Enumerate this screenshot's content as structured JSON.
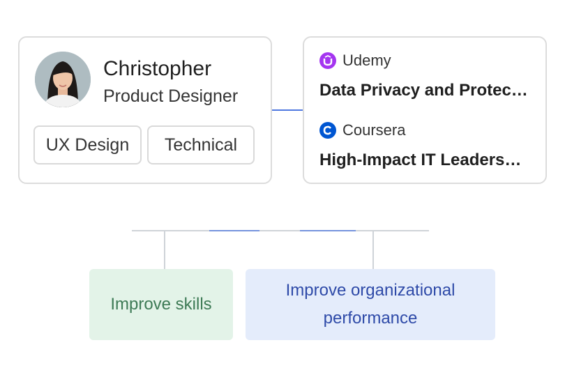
{
  "profile": {
    "name": "Christopher",
    "role": "Product Designer",
    "tags": [
      "UX Design",
      "Technical"
    ],
    "avatar_icon": "person-avatar"
  },
  "courses": [
    {
      "provider": "Udemy",
      "provider_icon": "udemy-logo-icon",
      "title": "Data Privacy and Protection",
      "color": "#a435f0"
    },
    {
      "provider": "Coursera",
      "provider_icon": "coursera-logo-icon",
      "title": "High-Impact IT Leadership",
      "color": "#0056d2"
    }
  ],
  "goals": [
    {
      "label": "Improve skills",
      "color": "#3d7a55",
      "background": "#e3f3e8"
    },
    {
      "label": "Improve organizational performance",
      "color": "#2e4aa8",
      "background": "#e4ecfb"
    }
  ],
  "colors": {
    "connector": "#cfd3d8",
    "connector_accent": "#4f78e0"
  }
}
